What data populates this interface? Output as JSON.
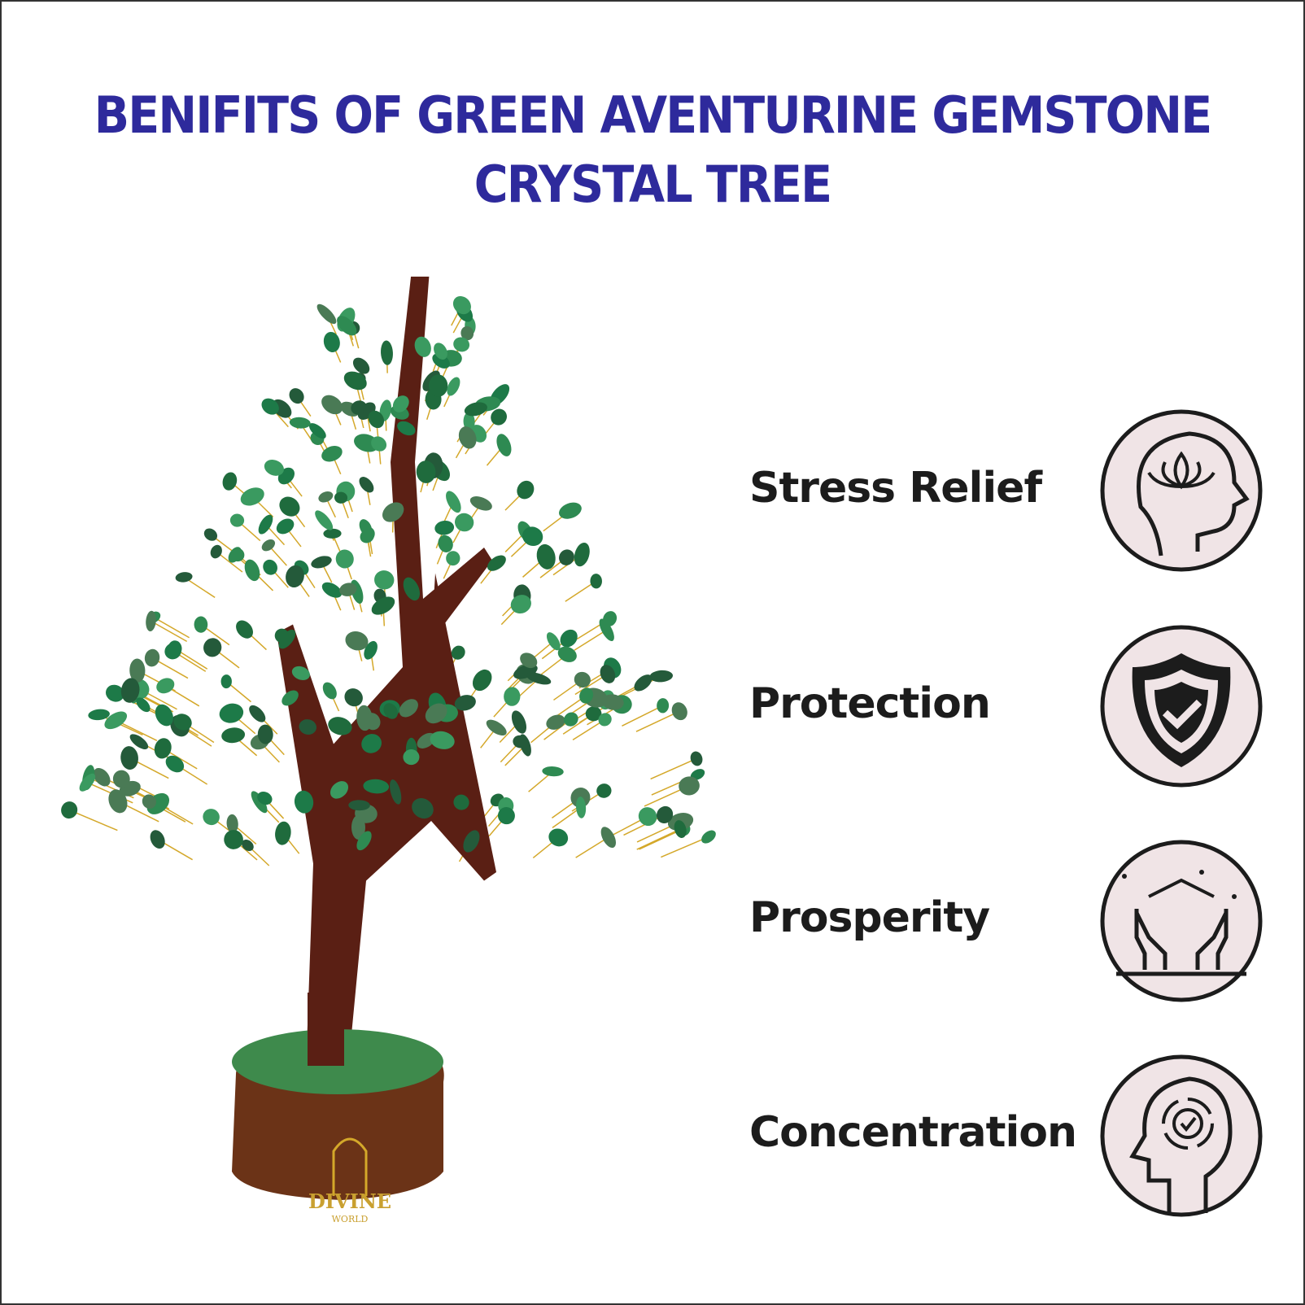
{
  "title": {
    "line1": "BENIFITS OF GREEN AVENTURINE GEMSTONE",
    "line2": "CRYSTAL TREE"
  },
  "benefits": [
    {
      "label": "Stress Relief",
      "icon": "head-lotus-icon"
    },
    {
      "label": "Protection",
      "icon": "shield-check-icon"
    },
    {
      "label": "Prosperity",
      "icon": "hands-house-icon"
    },
    {
      "label": "Concentration",
      "icon": "head-target-icon"
    }
  ],
  "logo": {
    "text": "DIVINE",
    "subtext": "WORLD"
  },
  "colors": {
    "title": "#2e2a9c",
    "text": "#1c1c1c",
    "icon_bg": "#f0e4e6",
    "leaf": "#2a7a4a",
    "trunk": "#5a1f14",
    "wire": "#d4a82a"
  }
}
